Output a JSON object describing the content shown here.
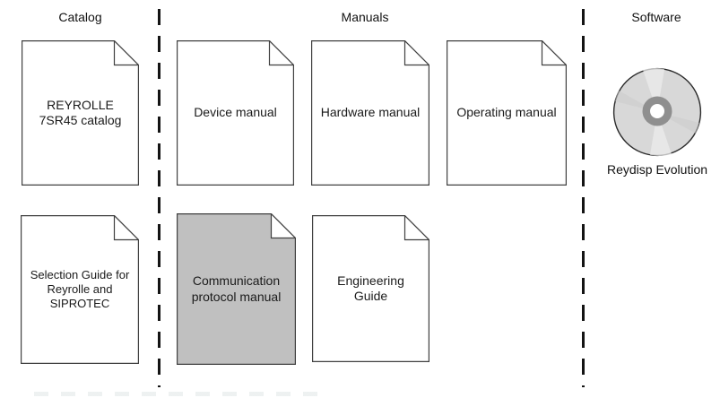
{
  "sections": [
    {
      "label": "Catalog"
    },
    {
      "label": "Manuals"
    },
    {
      "label": "Software"
    }
  ],
  "documents": [
    {
      "name": "reyrolle-7sr45-catalog",
      "lines": [
        "REYROLLE",
        "7SR45 catalog"
      ]
    },
    {
      "name": "device-manual",
      "lines": [
        "Device manual"
      ]
    },
    {
      "name": "hardware-manual",
      "lines": [
        "Hardware manual"
      ]
    },
    {
      "name": "operating-manual",
      "lines": [
        "Operating manual"
      ]
    },
    {
      "name": "selection-guide",
      "lines": [
        "Selection Guide for",
        "Reyrolle and",
        "SIPROTEC"
      ]
    },
    {
      "name": "communication-protocol-manual",
      "lines": [
        "Communication",
        "protocol manual"
      ],
      "highlighted": true
    },
    {
      "name": "engineering-guide",
      "lines": [
        "Engineering",
        "Guide"
      ]
    }
  ],
  "software": {
    "cd_label": "Reydisp Evolution"
  },
  "colors": {
    "page_fill": "#ffffff",
    "highlight_fill": "#c0c0c0",
    "outline": "#404040",
    "divider": "#141414",
    "cd_body": "#d8d8d8",
    "cd_ring": "#8f8f8f",
    "cd_hole": "#ffffff"
  }
}
